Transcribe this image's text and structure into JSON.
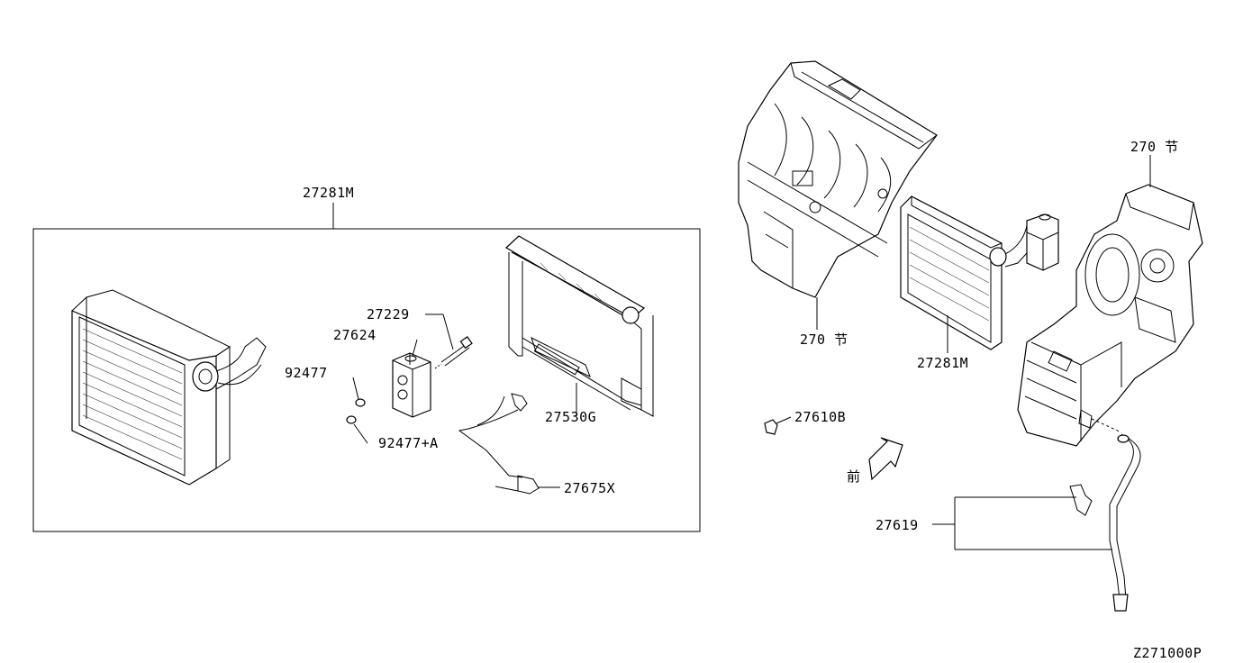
{
  "labels": {
    "assembly_box": "27281M",
    "valve_bolt": "27229",
    "expansion_valve": "27624",
    "o_ring": "92477",
    "o_ring_a": "92477+A",
    "frame": "27530G",
    "sensor": "27675X",
    "upper_unit": "270 节",
    "right_unit": "270 节",
    "evaporator_right": "27281M",
    "clip": "27610B",
    "front_mark": "前",
    "drain_hose": "27619",
    "diagram_code": "Z271000P"
  },
  "colors": {
    "line": "#000000",
    "background": "#ffffff"
  }
}
